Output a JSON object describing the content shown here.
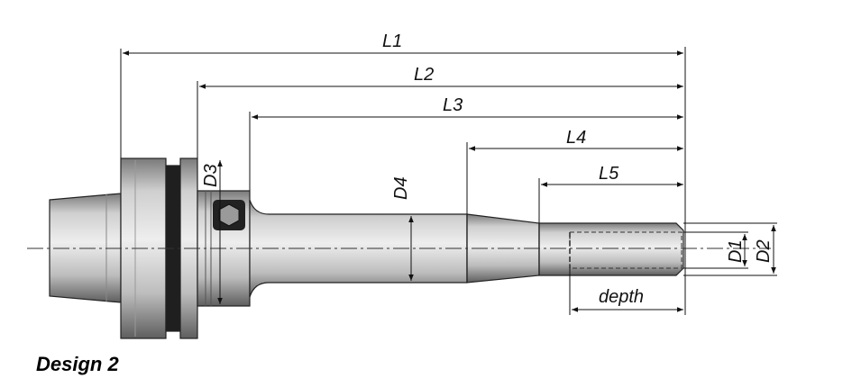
{
  "diagram": {
    "dimensions": {
      "l1": "L1",
      "l2": "L2",
      "l3": "L3",
      "l4": "L4",
      "l5": "L5",
      "d1": "D1",
      "d2": "D2",
      "d3": "D3",
      "d4": "D4",
      "depth": "depth"
    },
    "caption": "Design 2"
  },
  "colors": {
    "line": "#111111",
    "metal_light": "#e2e2e2",
    "metal_mid": "#b8b8b8",
    "metal_dark": "#6e6e6e",
    "ring_black": "#1a1a1a"
  }
}
